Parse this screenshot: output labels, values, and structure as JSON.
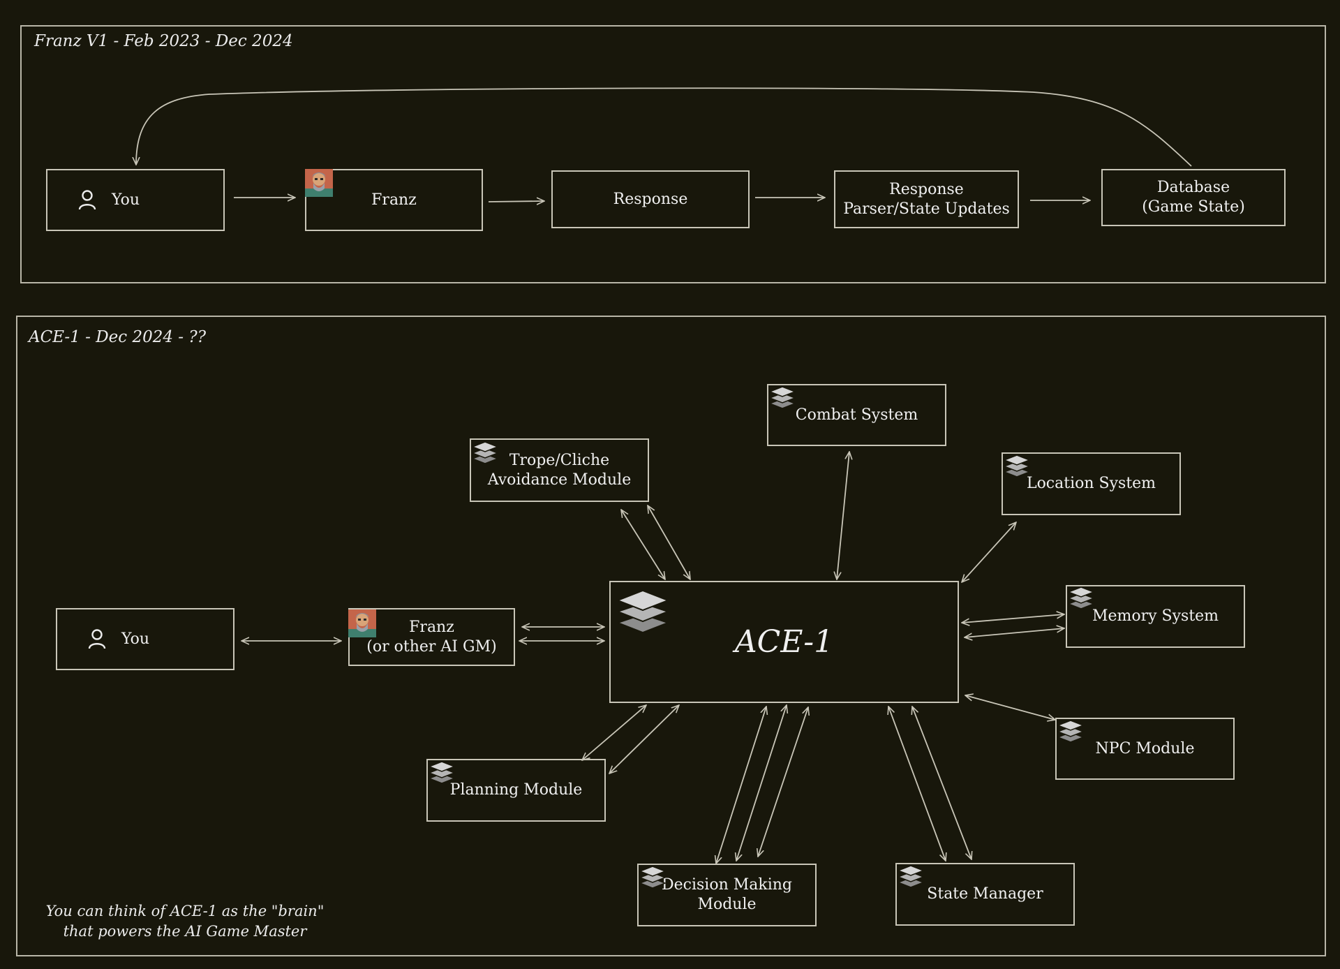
{
  "panels": {
    "v1": {
      "title": "Franz V1 - Feb 2023 - Dec 2024"
    },
    "ace": {
      "title": "ACE-1 - Dec 2024 - ??"
    }
  },
  "v1_flow": {
    "you": "You",
    "franz": "Franz",
    "response": "Response",
    "parser": "Response\nParser/State Updates",
    "database": "Database\n(Game State)"
  },
  "ace_flow": {
    "you": "You",
    "franz": "Franz\n(or other AI GM)",
    "core": "ACE-1",
    "modules": {
      "combat": "Combat System",
      "trope": "Trope/Cliche\nAvoidance Module",
      "location": "Location System",
      "memory": "Memory System",
      "npc": "NPC Module",
      "planning": "Planning Module",
      "decision": "Decision Making\nModule",
      "state": "State Manager"
    }
  },
  "footnote": "You can think of ACE-1 as the \"brain\"\nthat powers the AI Game Master",
  "colors": {
    "background": "#18170b",
    "stroke": "#c9c6b8",
    "text": "#ececec"
  },
  "icons": {
    "person": "user-icon",
    "module": "layers-icon",
    "avatar": "franz-avatar"
  }
}
